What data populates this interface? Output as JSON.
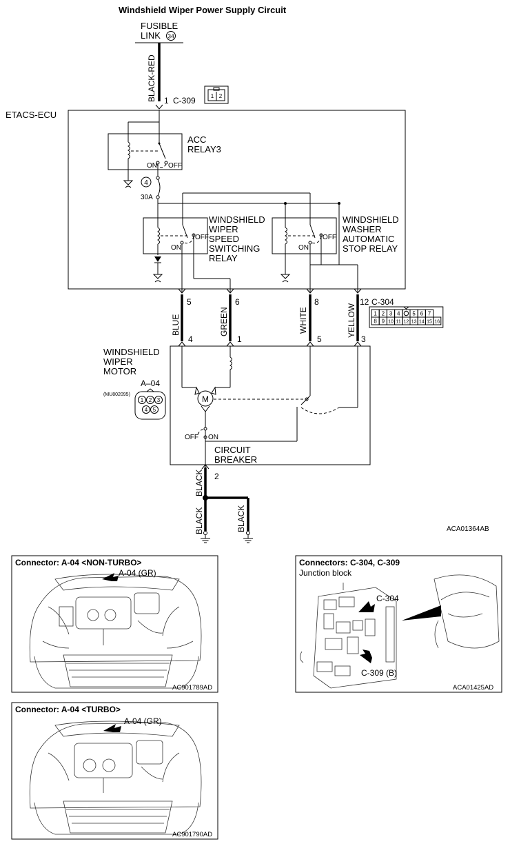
{
  "diagram": {
    "title": "Windshield Wiper Power Supply Circuit",
    "fusible_link": {
      "line1": "FUSIBLE",
      "line2": "LINK",
      "number": "34"
    },
    "wires": {
      "black_red": "BLACK-RED",
      "blue": "BLUE",
      "green": "GREEN",
      "white": "WHITE",
      "yellow": "YELLOW",
      "black_main": "BLACK",
      "black_left": "BLACK",
      "black_right": "BLACK"
    },
    "c309": {
      "pin": "1",
      "name": "C-309",
      "pin_cells": [
        "1",
        "2"
      ]
    },
    "etacs_ecu": "ETACS-ECU",
    "acc_relay": {
      "line1": "ACC",
      "line2": "RELAY3",
      "on": "ON",
      "off": "OFF"
    },
    "fuse": {
      "number": "4",
      "rating": "30A"
    },
    "speed_relay": {
      "lines": [
        "WINDSHIELD",
        "WIPER",
        "SPEED",
        "SWITCHING",
        "RELAY"
      ],
      "on": "ON",
      "off": "OFF"
    },
    "washer_relay": {
      "lines": [
        "WINDSHIELD",
        "WASHER",
        "AUTOMATIC",
        "STOP RELAY"
      ],
      "on": "ON",
      "off": "OFF"
    },
    "c304": {
      "name": "C-304",
      "pins_top": {
        "blue": "5",
        "green": "6",
        "white": "8",
        "yellow": "12"
      },
      "grid_row1": [
        "1",
        "2",
        "3",
        "4",
        "",
        "5",
        "6",
        "7"
      ],
      "grid_row2": [
        "8",
        "9",
        "10",
        "11",
        "12",
        "13",
        "14",
        "15",
        "16"
      ]
    },
    "motor": {
      "lines": [
        "WINDSHIELD",
        "WIPER",
        "MOTOR"
      ],
      "connector": "A–04",
      "part": "(MU802095)",
      "pins": {
        "blue": "4",
        "green": "1",
        "white": "5",
        "yellow": "3",
        "ground": "2"
      },
      "connector_pins": [
        "1",
        "2",
        "3",
        "4",
        "5"
      ],
      "symbol": "M",
      "off": "OFF",
      "on": "ON",
      "breaker_line1": "CIRCUIT",
      "breaker_line2": "BREAKER"
    },
    "diagram_code": "ACA01364AB"
  },
  "photos": [
    {
      "title": "Connector: A-04 <NON-TURBO>",
      "callout": "A-04 (GR)",
      "code": "AC901789AD"
    },
    {
      "title": "Connectors: C-304, C-309",
      "subtitle": "Junction block",
      "callout_a": "C-304",
      "callout_b": "C-309 (B)",
      "code": "ACA01425AD"
    },
    {
      "title": "Connector: A-04 <TURBO>",
      "callout": "A-04 (GR)",
      "code": "AC901790AD"
    }
  ]
}
